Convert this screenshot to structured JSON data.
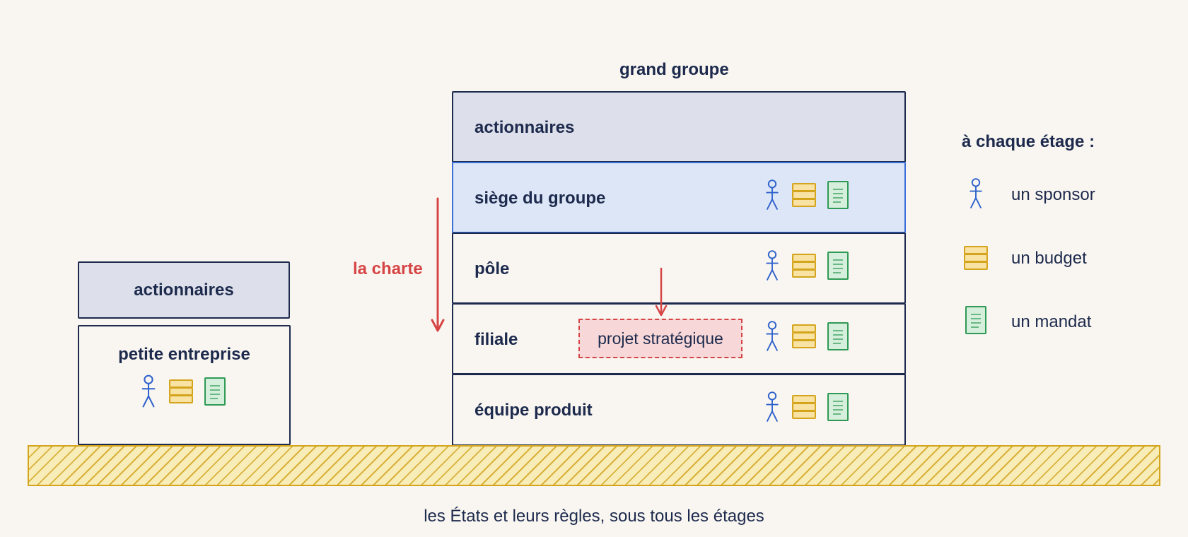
{
  "title": "grand groupe",
  "small_company": {
    "shareholders_label": "actionnaires",
    "company_label": "petite entreprise"
  },
  "big_group": {
    "floors": [
      {
        "label": "actionnaires",
        "kind": "shareholders"
      },
      {
        "label": "siège du groupe",
        "kind": "highlight"
      },
      {
        "label": "pôle",
        "kind": "normal"
      },
      {
        "label": "filiale",
        "kind": "normal"
      },
      {
        "label": "équipe produit",
        "kind": "normal"
      }
    ]
  },
  "charter_label": "la charte",
  "project_label": "projet stratégique",
  "legend": {
    "title": "à chaque étage :",
    "items": [
      {
        "icon": "sponsor-icon",
        "label": "un sponsor"
      },
      {
        "icon": "budget-icon",
        "label": "un budget"
      },
      {
        "icon": "mandate-icon",
        "label": "un mandat"
      }
    ]
  },
  "ground_caption": "les États et leurs règles, sous tous les étages",
  "colors": {
    "ink": "#1d2a4d",
    "shareholders_fill": "#dde0ea",
    "highlight_fill": "#dce6f6",
    "highlight_border": "#3a6fd8",
    "sponsor": "#2f62cc",
    "budget_stroke": "#d4a51c",
    "budget_fill": "#f8e2a4",
    "mandate_stroke": "#2f9a55",
    "mandate_fill": "#d6efdc",
    "charter": "#d64545",
    "project_fill": "#f7d7d7",
    "ground_stroke": "#d4a51c",
    "ground_fill": "#f8ecb8"
  }
}
